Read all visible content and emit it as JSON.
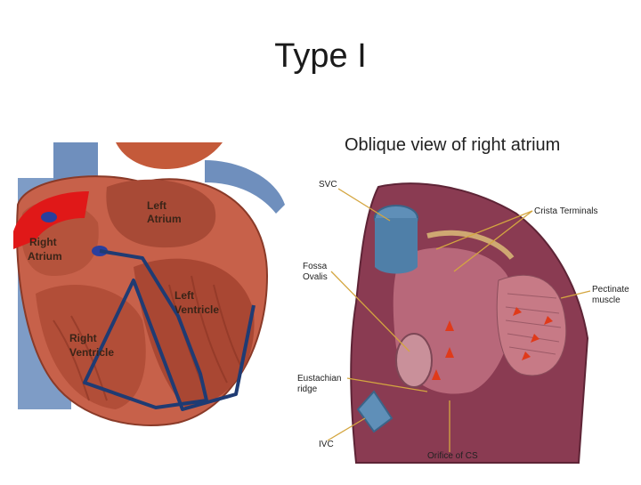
{
  "slide": {
    "title": "Type I"
  },
  "left_diagram": {
    "labels": {
      "right_atrium_1": "Right",
      "right_atrium_2": "Atrium",
      "left_atrium_1": "Left",
      "left_atrium_2": "Atrium",
      "left_ventricle_1": "Left",
      "left_ventricle_2": "Ventricle",
      "right_ventricle_1": "Right",
      "right_ventricle_2": "Ventricle"
    },
    "colors": {
      "conduction_path": "#1f3b73",
      "highlight_region": "#e01818",
      "node_marker": "#2a3f9e"
    }
  },
  "right_diagram": {
    "title": "Oblique view of right atrium",
    "labels": {
      "svc": "SVC",
      "crista": "Crista Terminals",
      "fossa_1": "Fossa",
      "fossa_2": "Ovalis",
      "pectinate_1": "Pectinate",
      "pectinate_2": "muscle",
      "eustachian_1": "Eustachian",
      "eustachian_2": "ridge",
      "ivc": "IVC",
      "orifice_cs": "Orifice of CS"
    },
    "colors": {
      "arrow": "#e03a1a",
      "leader_line": "#d4a640"
    }
  }
}
